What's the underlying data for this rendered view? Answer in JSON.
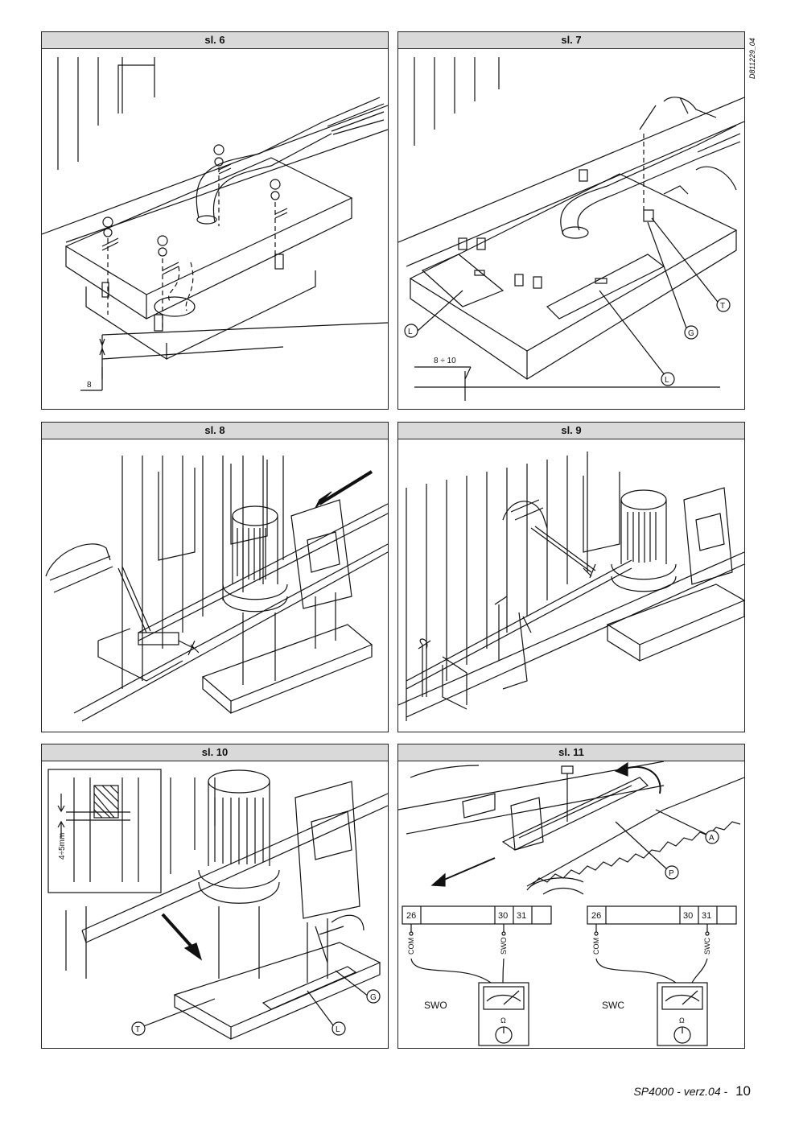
{
  "doc_code": "D811229_04",
  "panels": {
    "p6": {
      "title": "sl. 6",
      "dim": "8"
    },
    "p7": {
      "title": "sl. 7",
      "dim": "8 ÷ 10",
      "labels": [
        "L",
        "L",
        "G",
        "T"
      ]
    },
    "p8": {
      "title": "sl. 8"
    },
    "p9": {
      "title": "sl. 9"
    },
    "p10": {
      "title": "sl. 10",
      "dim": "4÷5mm",
      "labels": [
        "T",
        "L",
        "G"
      ]
    },
    "p11": {
      "title": "sl. 11",
      "labels": [
        "A",
        "P"
      ],
      "left": {
        "t26": "26",
        "t30": "30",
        "t31": "31",
        "com": "COM",
        "sw": "SWO",
        "name": "SWO"
      },
      "right": {
        "t26": "26",
        "t30": "30",
        "t31": "31",
        "com": "COM",
        "sw": "SWC",
        "name": "SWC"
      },
      "meter_sym": "Ω"
    }
  },
  "footer": {
    "text": "SP4000 - verz.04  - ",
    "page": "10"
  }
}
